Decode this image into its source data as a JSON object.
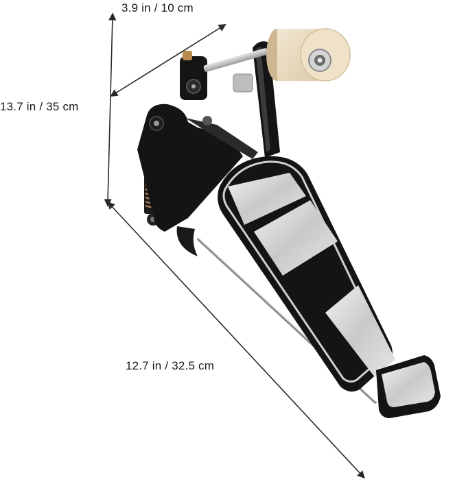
{
  "product": {
    "description_icon": "bass-drum-pedal",
    "colors": {
      "frame": "#141414",
      "plate_trim": "#cfcfcf",
      "plate_brushed": "#d9d9d9",
      "beater_felt": "#eadcc3",
      "dimension_line": "#2a2a2a"
    }
  },
  "dimensions": {
    "width": "3.9 in / 10 cm",
    "height": "13.7 in / 35 cm",
    "length": "12.7 in / 32.5 cm"
  }
}
